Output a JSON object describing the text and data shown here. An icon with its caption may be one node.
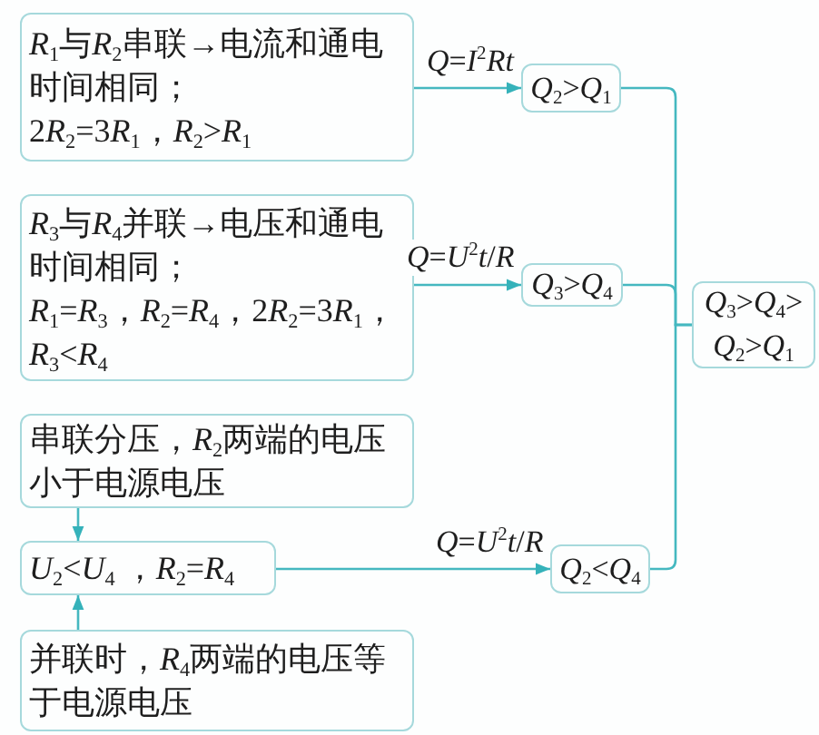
{
  "diagram": {
    "nodes": [
      {
        "text": [
          "R$_{1}$与R$_{2}$串联→电流和通电时间相同；",
          "2R$_{2}$=3R$_{1}$，R$_{2}$>R$_{1}$"
        ]
      },
      {
        "text": [
          "Q$_{2}$>Q$_{1}$"
        ]
      },
      {
        "text": [
          "R$_{3}$与R$_{4}$并联→电压和通电时间相同；",
          "R$_{1}$=R$_{3}$，R$_{2}$=R$_{4}$，2R$_{2}$=3R$_{1}$，R$_{3}$<R$_{4}$"
        ]
      },
      {
        "text": [
          "Q$_{3}$>Q$_{4}$"
        ]
      },
      {
        "text": [
          "Q$_{3}$>Q$_{4}$> Q$_{2}$>Q$_{1}$"
        ]
      },
      {
        "text": [
          "串联分压，R$_{2}$两端的电压小于电源电压"
        ]
      },
      {
        "text": [
          "U$_{2}$<U$_{4}$ ，R$_{2}$=R$_{4}$"
        ]
      },
      {
        "text": [
          "并联时，R$_{4}$两端的电压等于电源电压"
        ]
      },
      {
        "text": [
          "Q$_{2}$<Q$_{4}$"
        ]
      }
    ],
    "edges": [
      {
        "from": 0,
        "to": 1,
        "arrow": "to",
        "label": "Q=I$^{2}$Rt"
      },
      {
        "from": 2,
        "to": 3,
        "arrow": "to",
        "label": "Q=U$^{2}$t/R"
      },
      {
        "from": 5,
        "to": 6,
        "arrow": "to"
      },
      {
        "from": 7,
        "to": 6,
        "arrow": "to"
      },
      {
        "from": 6,
        "to": 8,
        "arrow": "to",
        "label": "Q=U$^{2}$t/R"
      },
      {
        "from": 1,
        "to": 4,
        "arrow": "none"
      },
      {
        "from": 3,
        "to": 4,
        "arrow": "none"
      },
      {
        "from": 8,
        "to": 4,
        "arrow": "none"
      }
    ]
  }
}
